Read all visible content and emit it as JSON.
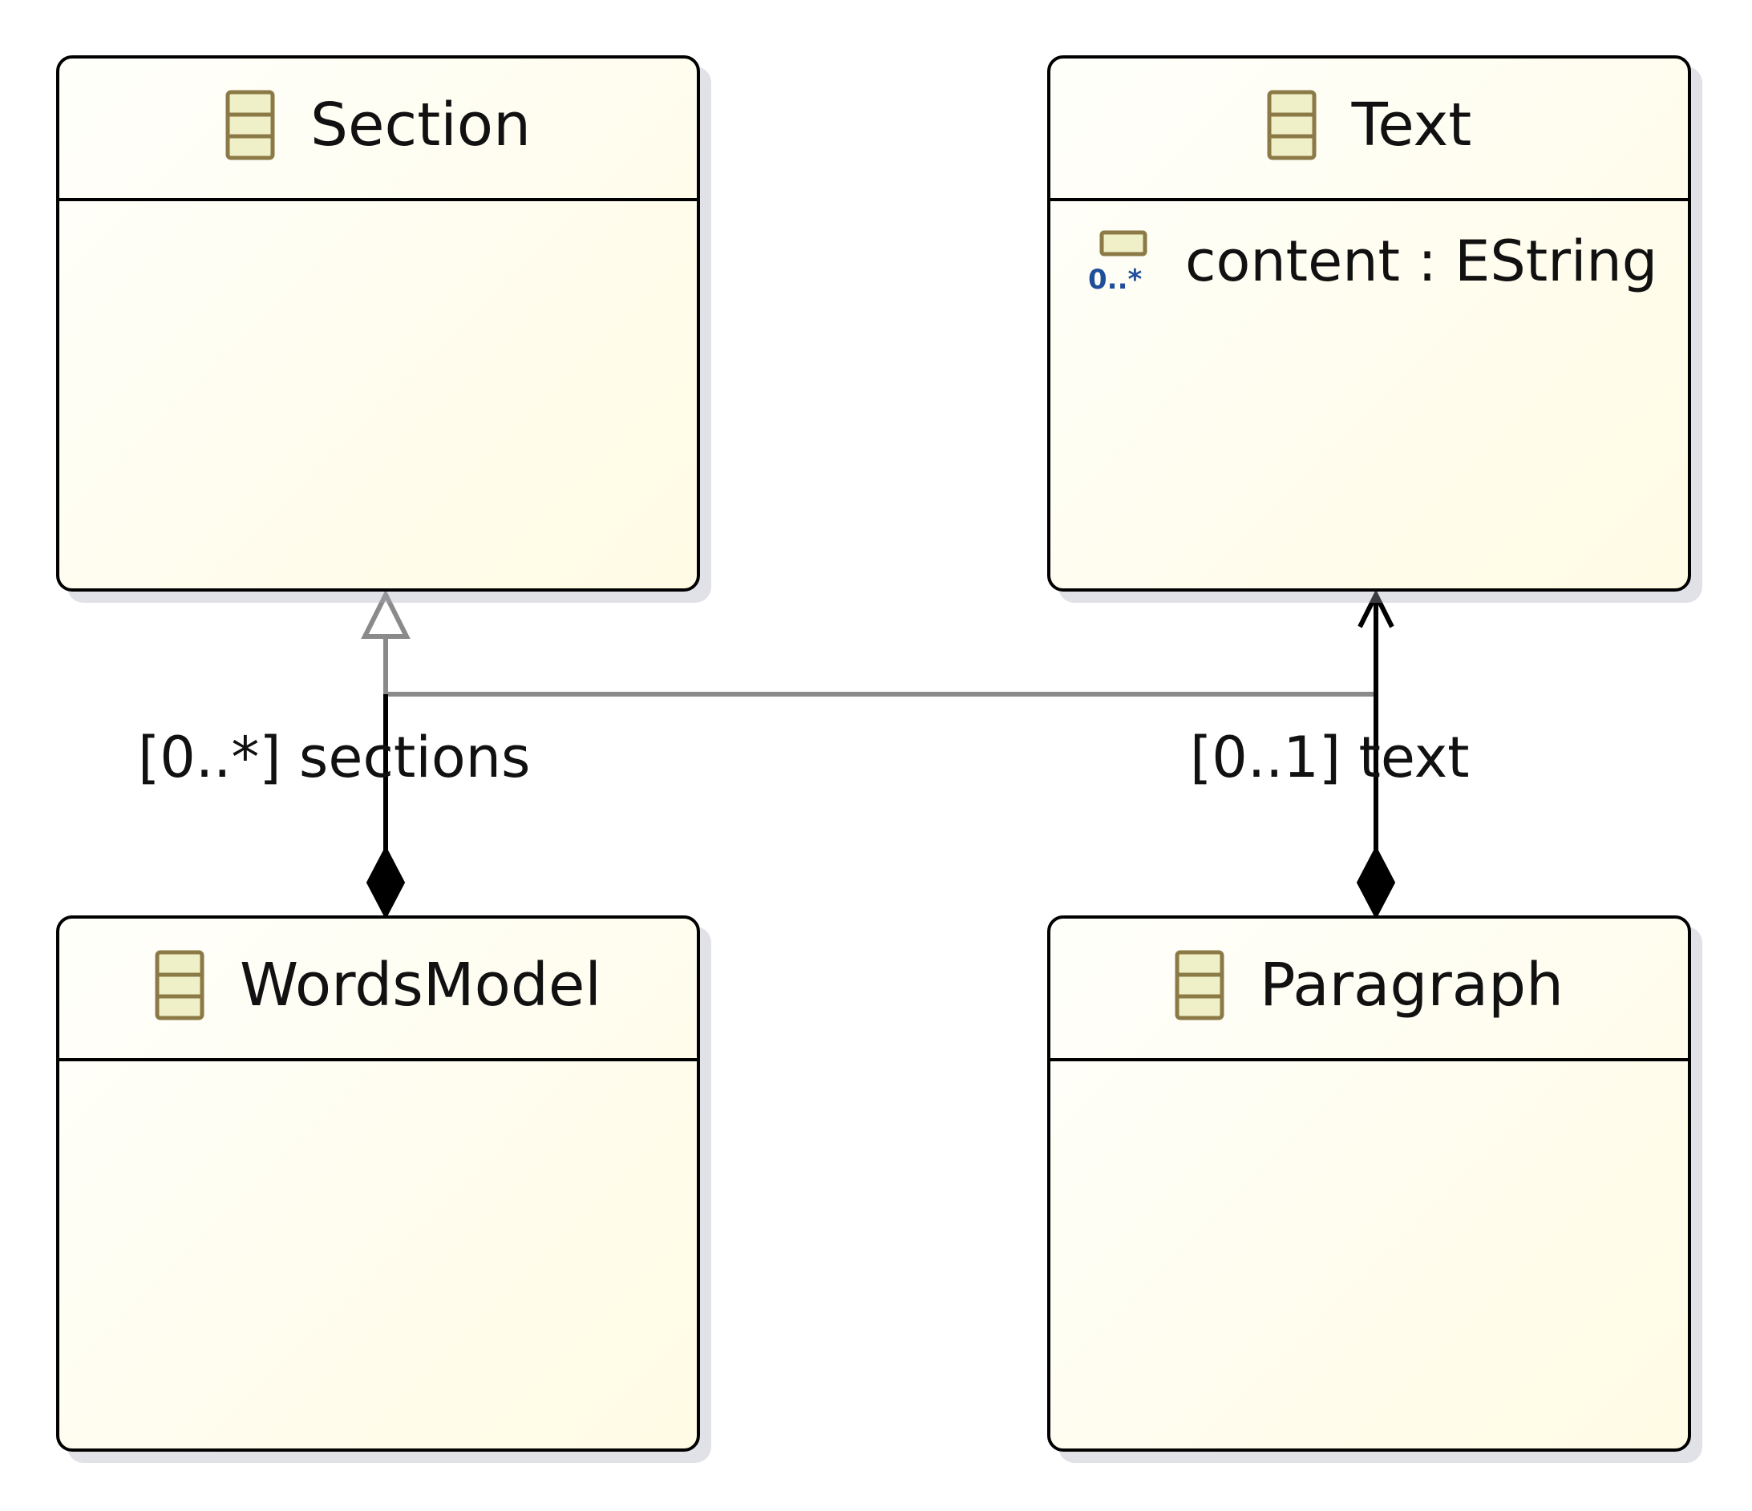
{
  "diagram": {
    "classes": [
      {
        "name": "Section",
        "attributes": []
      },
      {
        "name": "Text",
        "attributes": [
          {
            "icon": "attribute-multiplicity-icon",
            "multiplicity_badge": "0..*",
            "text": "content : EString"
          }
        ]
      },
      {
        "name": "WordsModel",
        "attributes": []
      },
      {
        "name": "Paragraph",
        "attributes": []
      }
    ],
    "relations": [
      {
        "type": "generalization",
        "from": "Paragraph",
        "to": "Section"
      },
      {
        "type": "composition",
        "from": "WordsModel",
        "to": "Section",
        "label": "[0..*] sections"
      },
      {
        "type": "composition",
        "from": "Paragraph",
        "to": "Text",
        "label": "[0..1] text"
      }
    ]
  },
  "colors": {
    "class_fill_start": "#fffffb",
    "class_fill_end": "#fffbe4",
    "border": "#000000",
    "generalization_line": "#8a8a8a",
    "composition_line": "#000000",
    "class_icon_fill": "#efefc8",
    "class_icon_border": "#8b7a46",
    "attribute_badge": "#1f4e9b"
  }
}
